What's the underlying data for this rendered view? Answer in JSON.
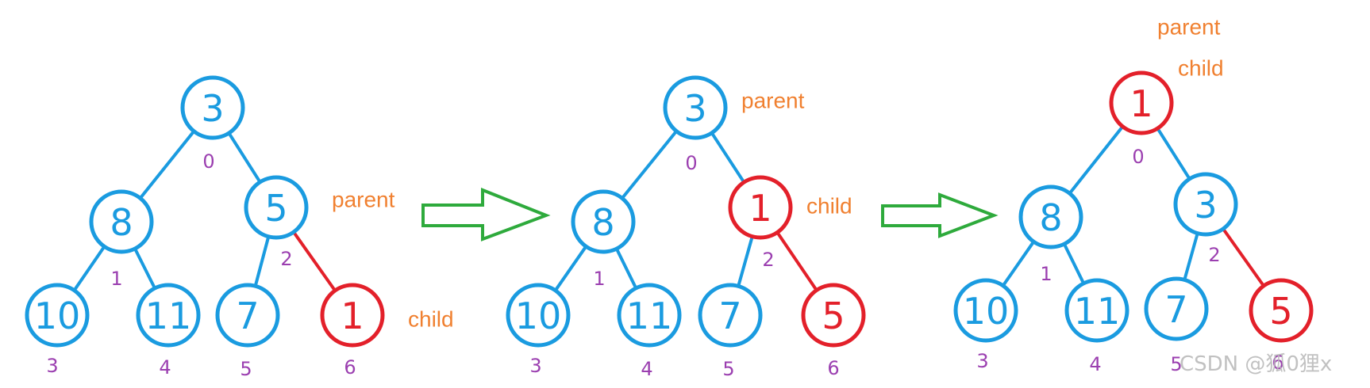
{
  "colors": {
    "node": "#1a9be0",
    "highlight": "#e3202a",
    "index": "#9b3fb0",
    "role": "#f08030",
    "arrow": "#2eaa3c",
    "watermark": "#bbbbbb"
  },
  "trees": [
    {
      "nodes": [
        {
          "value": "3",
          "index": "0",
          "highlight": false
        },
        {
          "value": "8",
          "index": "1",
          "highlight": false
        },
        {
          "value": "5",
          "index": "2",
          "highlight": false
        },
        {
          "value": "10",
          "index": "3",
          "highlight": false
        },
        {
          "value": "11",
          "index": "4",
          "highlight": false
        },
        {
          "value": "7",
          "index": "5",
          "highlight": false
        },
        {
          "value": "1",
          "index": "6",
          "highlight": true
        }
      ],
      "highlight_edge": [
        2,
        6
      ],
      "labels": {
        "parent": "parent",
        "child": "child"
      }
    },
    {
      "nodes": [
        {
          "value": "3",
          "index": "0",
          "highlight": false
        },
        {
          "value": "8",
          "index": "1",
          "highlight": false
        },
        {
          "value": "1",
          "index": "2",
          "highlight": true
        },
        {
          "value": "10",
          "index": "3",
          "highlight": false
        },
        {
          "value": "11",
          "index": "4",
          "highlight": false
        },
        {
          "value": "7",
          "index": "5",
          "highlight": false
        },
        {
          "value": "5",
          "index": "6",
          "highlight": true
        }
      ],
      "highlight_edge": [
        2,
        6
      ],
      "labels": {
        "parent": "parent",
        "child": "child"
      }
    },
    {
      "nodes": [
        {
          "value": "1",
          "index": "0",
          "highlight": true
        },
        {
          "value": "8",
          "index": "1",
          "highlight": false
        },
        {
          "value": "3",
          "index": "2",
          "highlight": false
        },
        {
          "value": "10",
          "index": "3",
          "highlight": false
        },
        {
          "value": "11",
          "index": "4",
          "highlight": false
        },
        {
          "value": "7",
          "index": "5",
          "highlight": false
        },
        {
          "value": "5",
          "index": "6",
          "highlight": true
        }
      ],
      "highlight_edge": [
        2,
        6
      ],
      "labels": {
        "parent": "parent",
        "child": "child"
      }
    }
  ],
  "watermark": "CSDN @狐0狸x"
}
